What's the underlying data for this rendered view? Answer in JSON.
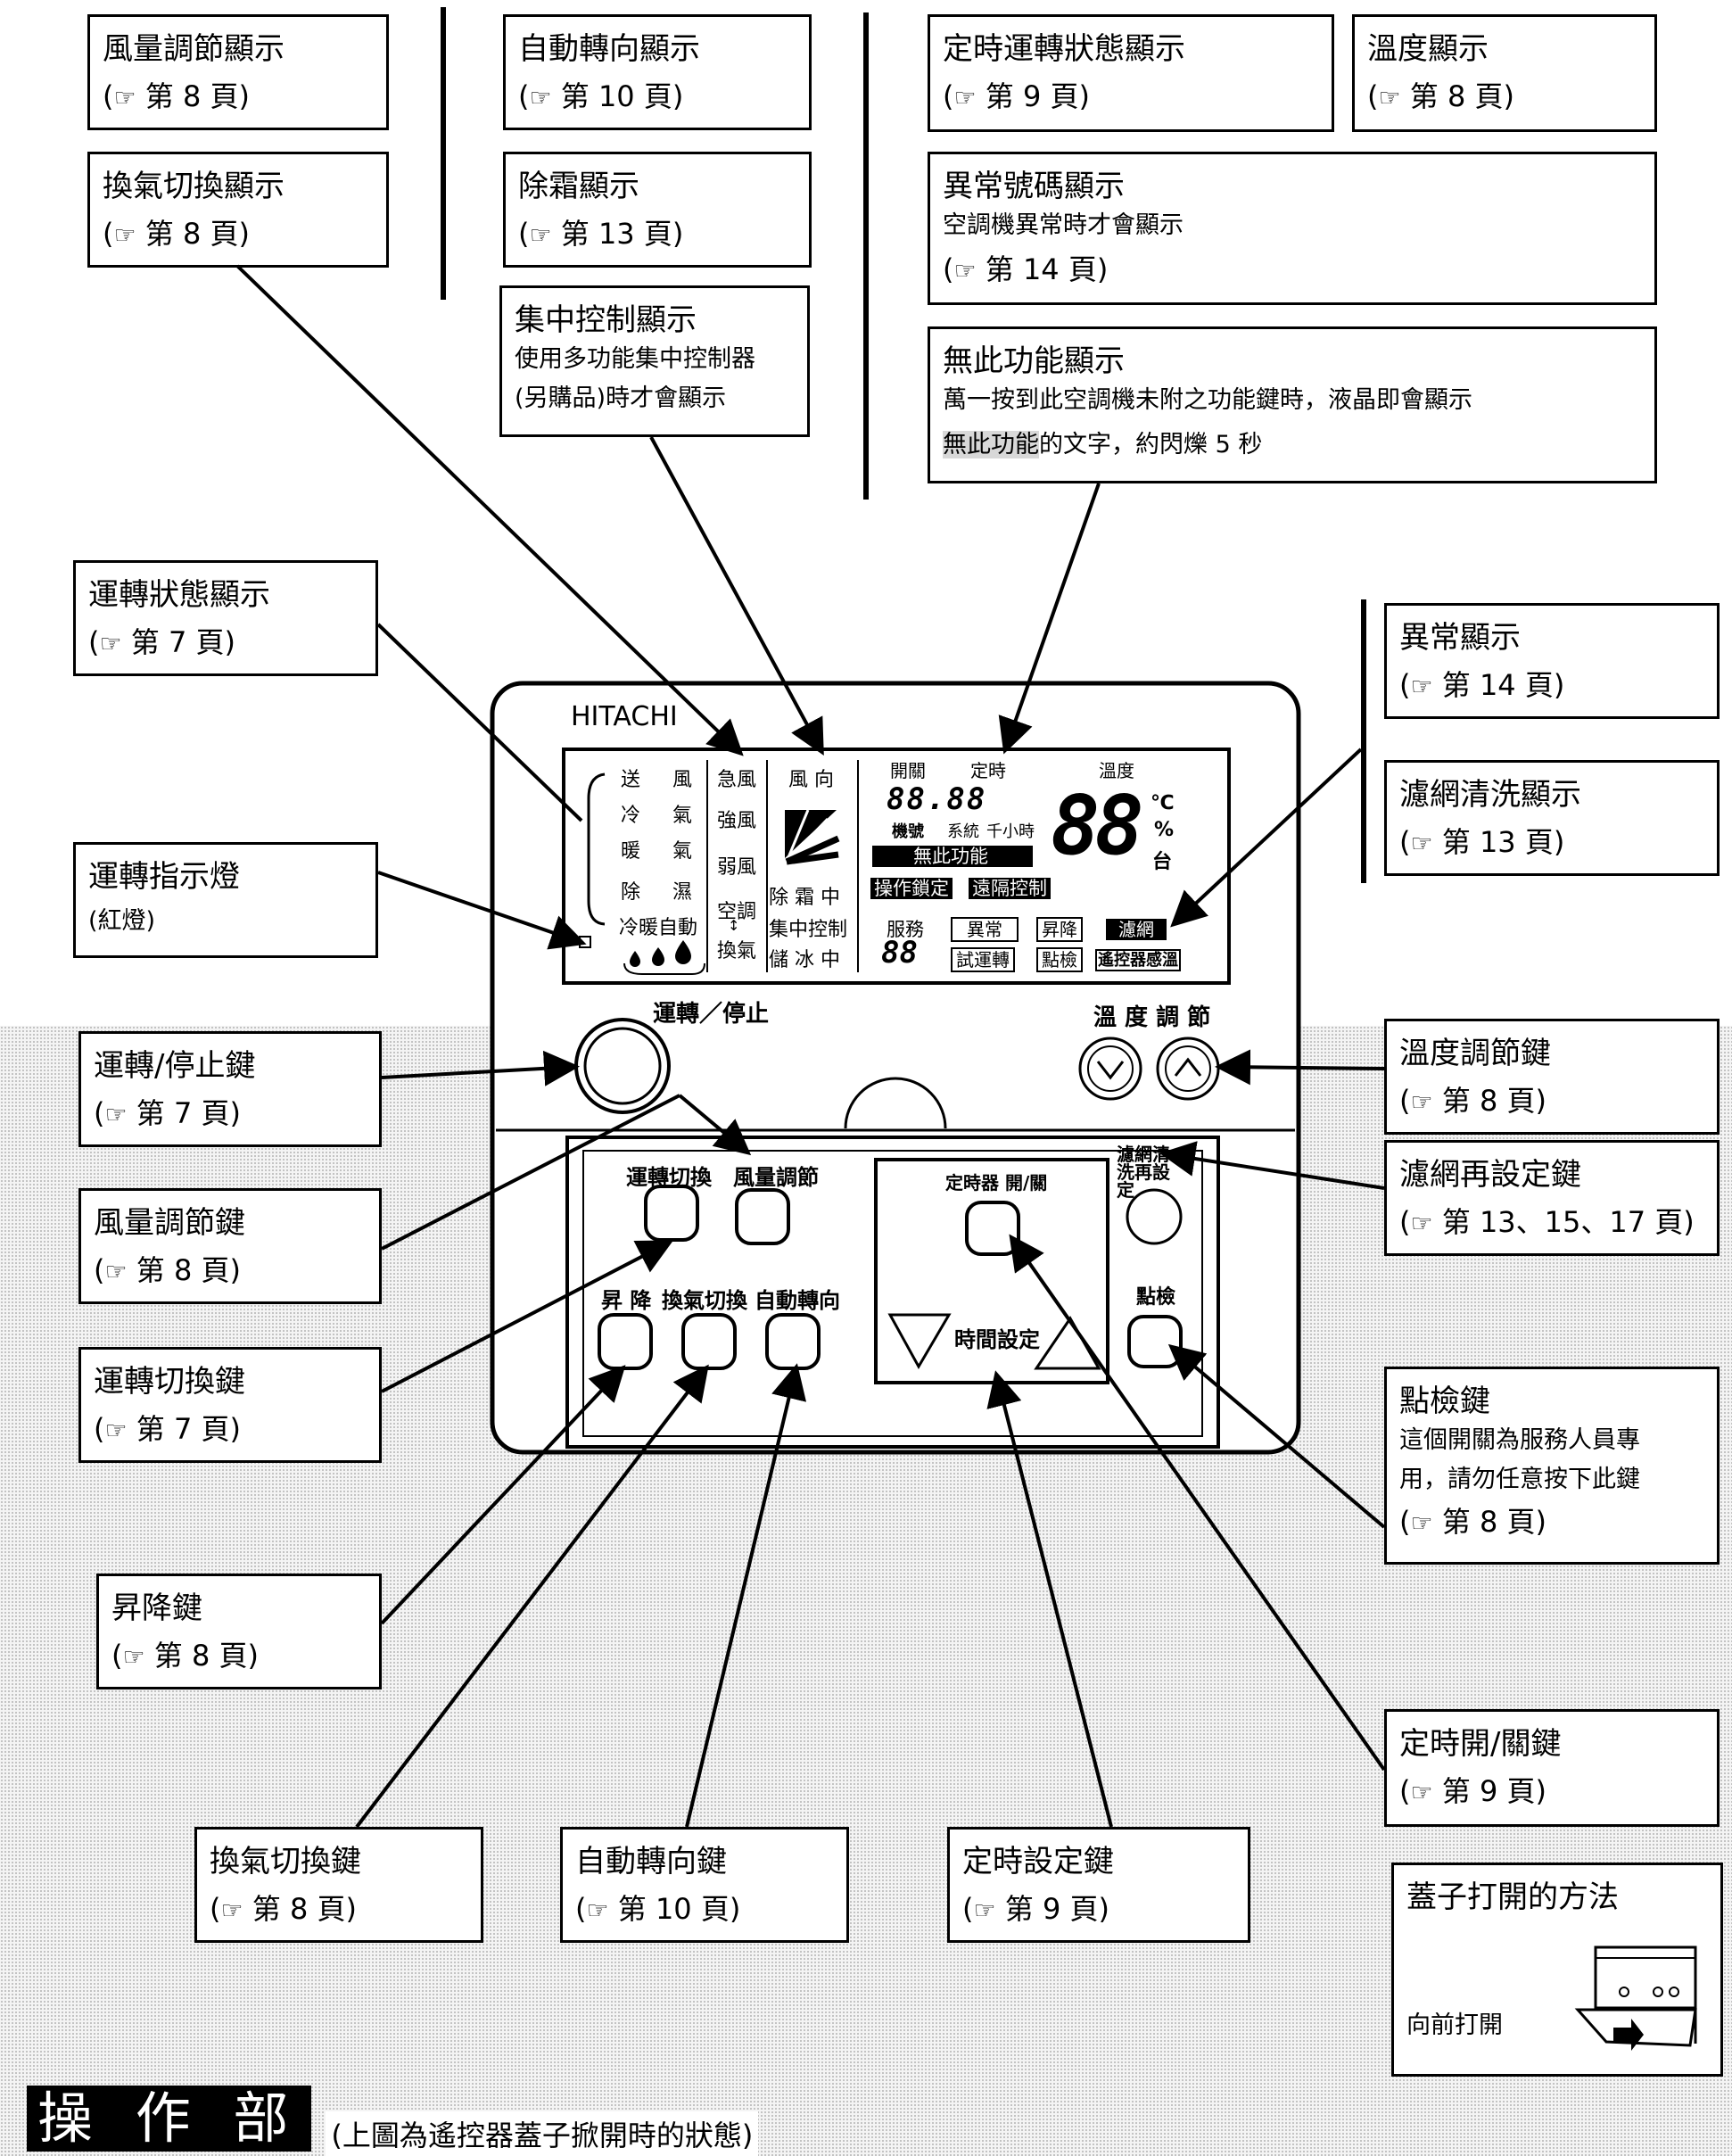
{
  "boxes": {
    "fan_display": {
      "title": "風量調節顯示",
      "ref": "第 8 頁"
    },
    "vent_display": {
      "title": "換氣切換顯示",
      "ref": "第 8 頁"
    },
    "swing_display": {
      "title": "自動轉向顯示",
      "ref": "第 10 頁"
    },
    "defrost_display": {
      "title": "除霜顯示",
      "ref": "第 13 頁"
    },
    "central_display": {
      "title": "集中控制顯示",
      "desc1": "使用多功能集中控制器",
      "desc2": "(另購品)時才會顯示"
    },
    "timer_display": {
      "title": "定時運轉狀態顯示",
      "ref": "第 9 頁"
    },
    "temp_display": {
      "title": "溫度顯示",
      "ref": "第 8 頁"
    },
    "error_code_display": {
      "title": "異常號碼顯示",
      "desc1": "空調機異常時才會顯示",
      "ref": "第 14 頁"
    },
    "no_function_display": {
      "title": "無此功能顯示",
      "desc1": "萬一按到此空調機未附之功能鍵時，液晶即會顯示",
      "desc2_hl": "無此功能",
      "desc2_rest": "的文字，約閃爍 5 秒"
    },
    "op_status_display": {
      "title": "運轉狀態顯示",
      "ref": "第 7 頁"
    },
    "op_lamp": {
      "title": "運轉指示燈",
      "desc1": "(紅燈)"
    },
    "abnormal_display": {
      "title": "異常顯示",
      "ref": "第 14 頁"
    },
    "filter_display": {
      "title": "濾網清洗顯示",
      "ref": "第 13 頁"
    },
    "run_stop_key": {
      "title": "運轉/停止鍵",
      "ref": "第 7 頁"
    },
    "temp_key": {
      "title": "溫度調節鍵",
      "ref": "第 8 頁"
    },
    "fan_key": {
      "title": "風量調節鍵",
      "ref": "第 8 頁"
    },
    "filter_reset_key": {
      "title": "濾網再設定鍵",
      "ref": "第 13、15、17 頁"
    },
    "mode_key": {
      "title": "運轉切換鍵",
      "ref": "第 7 頁"
    },
    "check_key": {
      "title": "點檢鍵",
      "desc1": "這個開關為服務人員專",
      "desc2": "用，請勿任意按下此鍵",
      "ref": "第 8 頁"
    },
    "lift_key": {
      "title": "昇降鍵",
      "ref": "第 8 頁"
    },
    "timer_onoff_key": {
      "title": "定時開/關鍵",
      "ref": "第 9 頁"
    },
    "vent_key": {
      "title": "換氣切換鍵",
      "ref": "第 8 頁"
    },
    "swing_key": {
      "title": "自動轉向鍵",
      "ref": "第 10 頁"
    },
    "timer_set_key": {
      "title": "定時設定鍵",
      "ref": "第 9 頁"
    },
    "cover_open": {
      "title": "蓋子打開的方法",
      "desc1": "向前打開"
    }
  },
  "remote": {
    "brand": "HITACHI",
    "lcd": {
      "modes": [
        [
          "送",
          "風"
        ],
        [
          "冷",
          "氣"
        ],
        [
          "暖",
          "氣"
        ],
        [
          "除",
          "濕"
        ]
      ],
      "auto": "冷暖自動",
      "fan_levels": [
        "急風",
        "強風",
        "弱風"
      ],
      "fan_dir": "風 向",
      "defrost": "除 霜 中",
      "ac_label": "空調",
      "ac_sep": "↕",
      "vent_label": "換氣",
      "central": "集中控制",
      "ice": "儲 冰 中",
      "on_off": "開關",
      "timer": "定時",
      "temp": "溫度",
      "digits_small": "88.88",
      "digits_big": "88",
      "code": "機號",
      "system": "系統",
      "hours": "千小時",
      "no_function": "無此功能",
      "op_lock": "操作鎖定",
      "remote_control": "遠隔控制",
      "service": "服務",
      "abnormal": "異常",
      "lift": "昇降",
      "filter": "濾網",
      "trial": "試運轉",
      "check": "點檢",
      "sensor": "遙控器感溫",
      "unit_c": "℃",
      "unit_pct": "%",
      "unit_tai": "台"
    },
    "run_stop_label": "運轉／停止",
    "temp_adj_label": "溫 度 調 節",
    "buttons": {
      "mode": "運轉切換",
      "fan": "風量調節",
      "timer_onoff": "定時器 開/關",
      "filter_reset": "濾網清洗再設定",
      "lift": "昇 降",
      "vent": "換氣切換",
      "swing": "自動轉向",
      "check": "點檢",
      "time_set": "時間設定"
    }
  },
  "footer": {
    "title": "操 作 部",
    "note": "(上圖為遙控器蓋子掀開時的狀態)"
  },
  "hand_icon": "☞"
}
